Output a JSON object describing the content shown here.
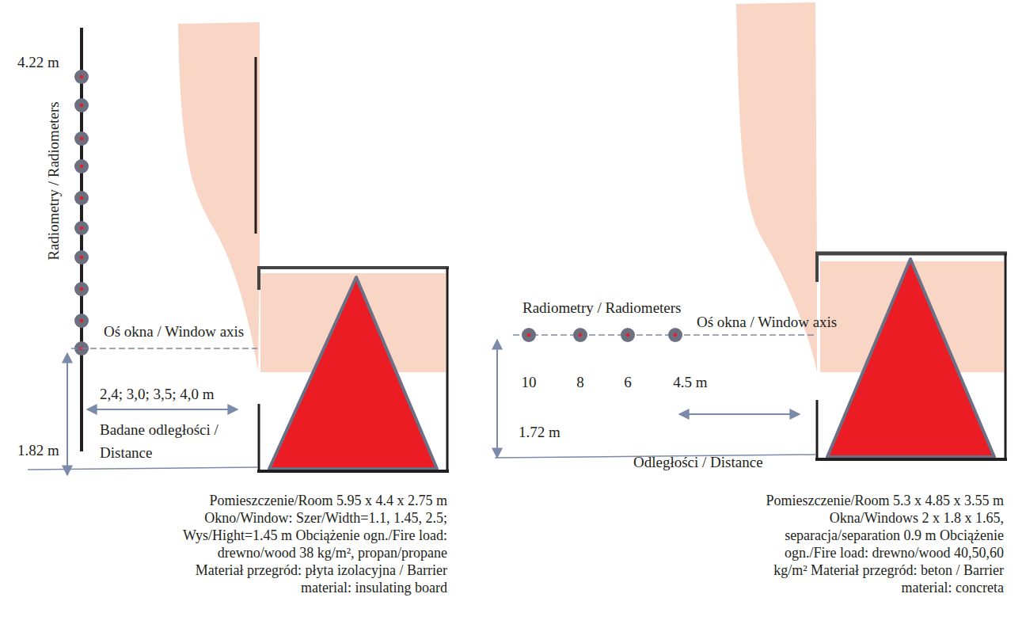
{
  "diagram": {
    "labels": [
      "4.22 m",
      "Radiometry / Radiometers",
      "Oś okna / Window axis",
      "1.82 m",
      "2,4; 3,0; 3,5; 4,0 m",
      "Badane odległości / Distance",
      "Pomieszczenie/Room 5.95 x 4.4 x 2.75 m",
      "Okno/Window: Szer/Width=1.1, 1.45, 2.5;",
      "Wys/Hight=1.45 m Obciążenie ogn./Fire load:",
      "drewno/wood 38 kg/m², propan/propane",
      "Materiał przegród: płyta izolacyjna / Barrier",
      "material: insulating board",
      "Radiometry / Radiometers",
      "Oś okna / Window axis",
      "10",
      "8",
      "6",
      "4.5 m",
      "1.72 m",
      "Odległości / Distance",
      "Pomieszczenie/Room 5.3 x 4.85 x 3.55 m",
      "Okna/Windows 2 x 1.8 x 1.65,",
      "separacja/separation 0.9 m Obciążenie",
      "ogn./Fire load: drewno/wood 40,50,60",
      "kg/m² Materiał przegród: beton / Barrier",
      "material: concreta"
    ]
  }
}
